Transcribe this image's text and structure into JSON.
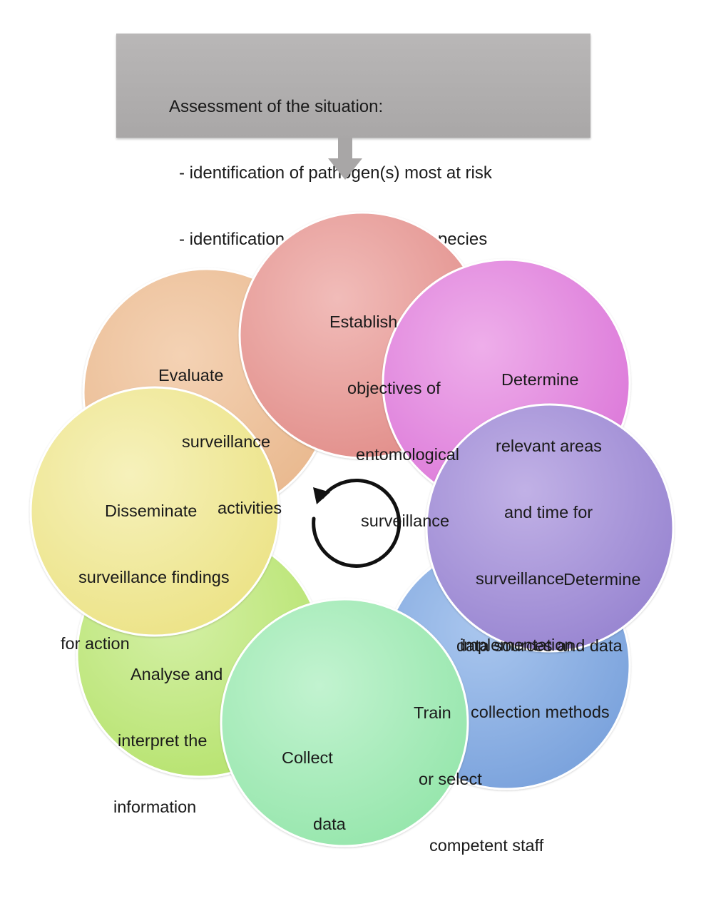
{
  "assessment": {
    "title": "Assessment of the situation:",
    "items": [
      "- identification of pathogen(s) most at risk",
      "- identification of potential vector species"
    ]
  },
  "cycle_icon": "circular-arrow-icon",
  "steps": [
    {
      "lines": [
        "Evaluate",
        "surveillance",
        "activities"
      ],
      "color": "#efc49f"
    },
    {
      "lines": [
        "Disseminate",
        "surveillance findings",
        "for action"
      ],
      "color": "#f1ea9d"
    },
    {
      "lines": [
        "Analyse and",
        "interpret the",
        "information"
      ],
      "color": "#c4ea86"
    },
    {
      "lines": [
        "Collect",
        "data"
      ],
      "color": "#a9ecbc"
    },
    {
      "lines": [
        "Train",
        "or select",
        "competent staff"
      ],
      "color": "#8fb2e4"
    },
    {
      "lines": [
        "Determine",
        "data sources and data",
        "collection methods"
      ],
      "color": "#ab97da"
    },
    {
      "lines": [
        "Determine",
        "relevant areas",
        "and time for",
        "surveillance",
        "implementation"
      ],
      "color": "#e38ee0"
    },
    {
      "lines": [
        "Establish",
        "objectives of",
        "entomological",
        "surveillance"
      ],
      "color": "#e89f9c"
    }
  ]
}
